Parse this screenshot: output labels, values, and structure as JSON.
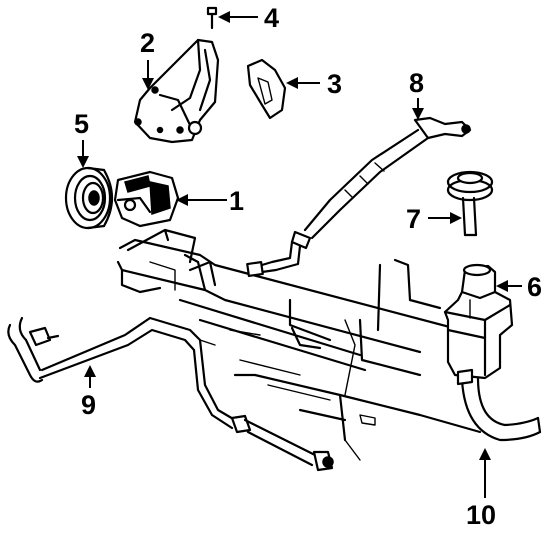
{
  "diagram": {
    "callouts": [
      {
        "id": "1",
        "label": "1",
        "part": "power-steering-pump"
      },
      {
        "id": "2",
        "label": "2",
        "part": "pump-mounting-bracket"
      },
      {
        "id": "3",
        "label": "3",
        "part": "brace-plate"
      },
      {
        "id": "4",
        "label": "4",
        "part": "bracket-bolt"
      },
      {
        "id": "5",
        "label": "5",
        "part": "pump-pulley"
      },
      {
        "id": "6",
        "label": "6",
        "part": "fluid-reservoir"
      },
      {
        "id": "7",
        "label": "7",
        "part": "reservoir-cap"
      },
      {
        "id": "8",
        "label": "8",
        "part": "pressure-hose"
      },
      {
        "id": "9",
        "label": "9",
        "part": "return-line"
      },
      {
        "id": "10",
        "label": "10",
        "part": "return-hose"
      }
    ]
  }
}
